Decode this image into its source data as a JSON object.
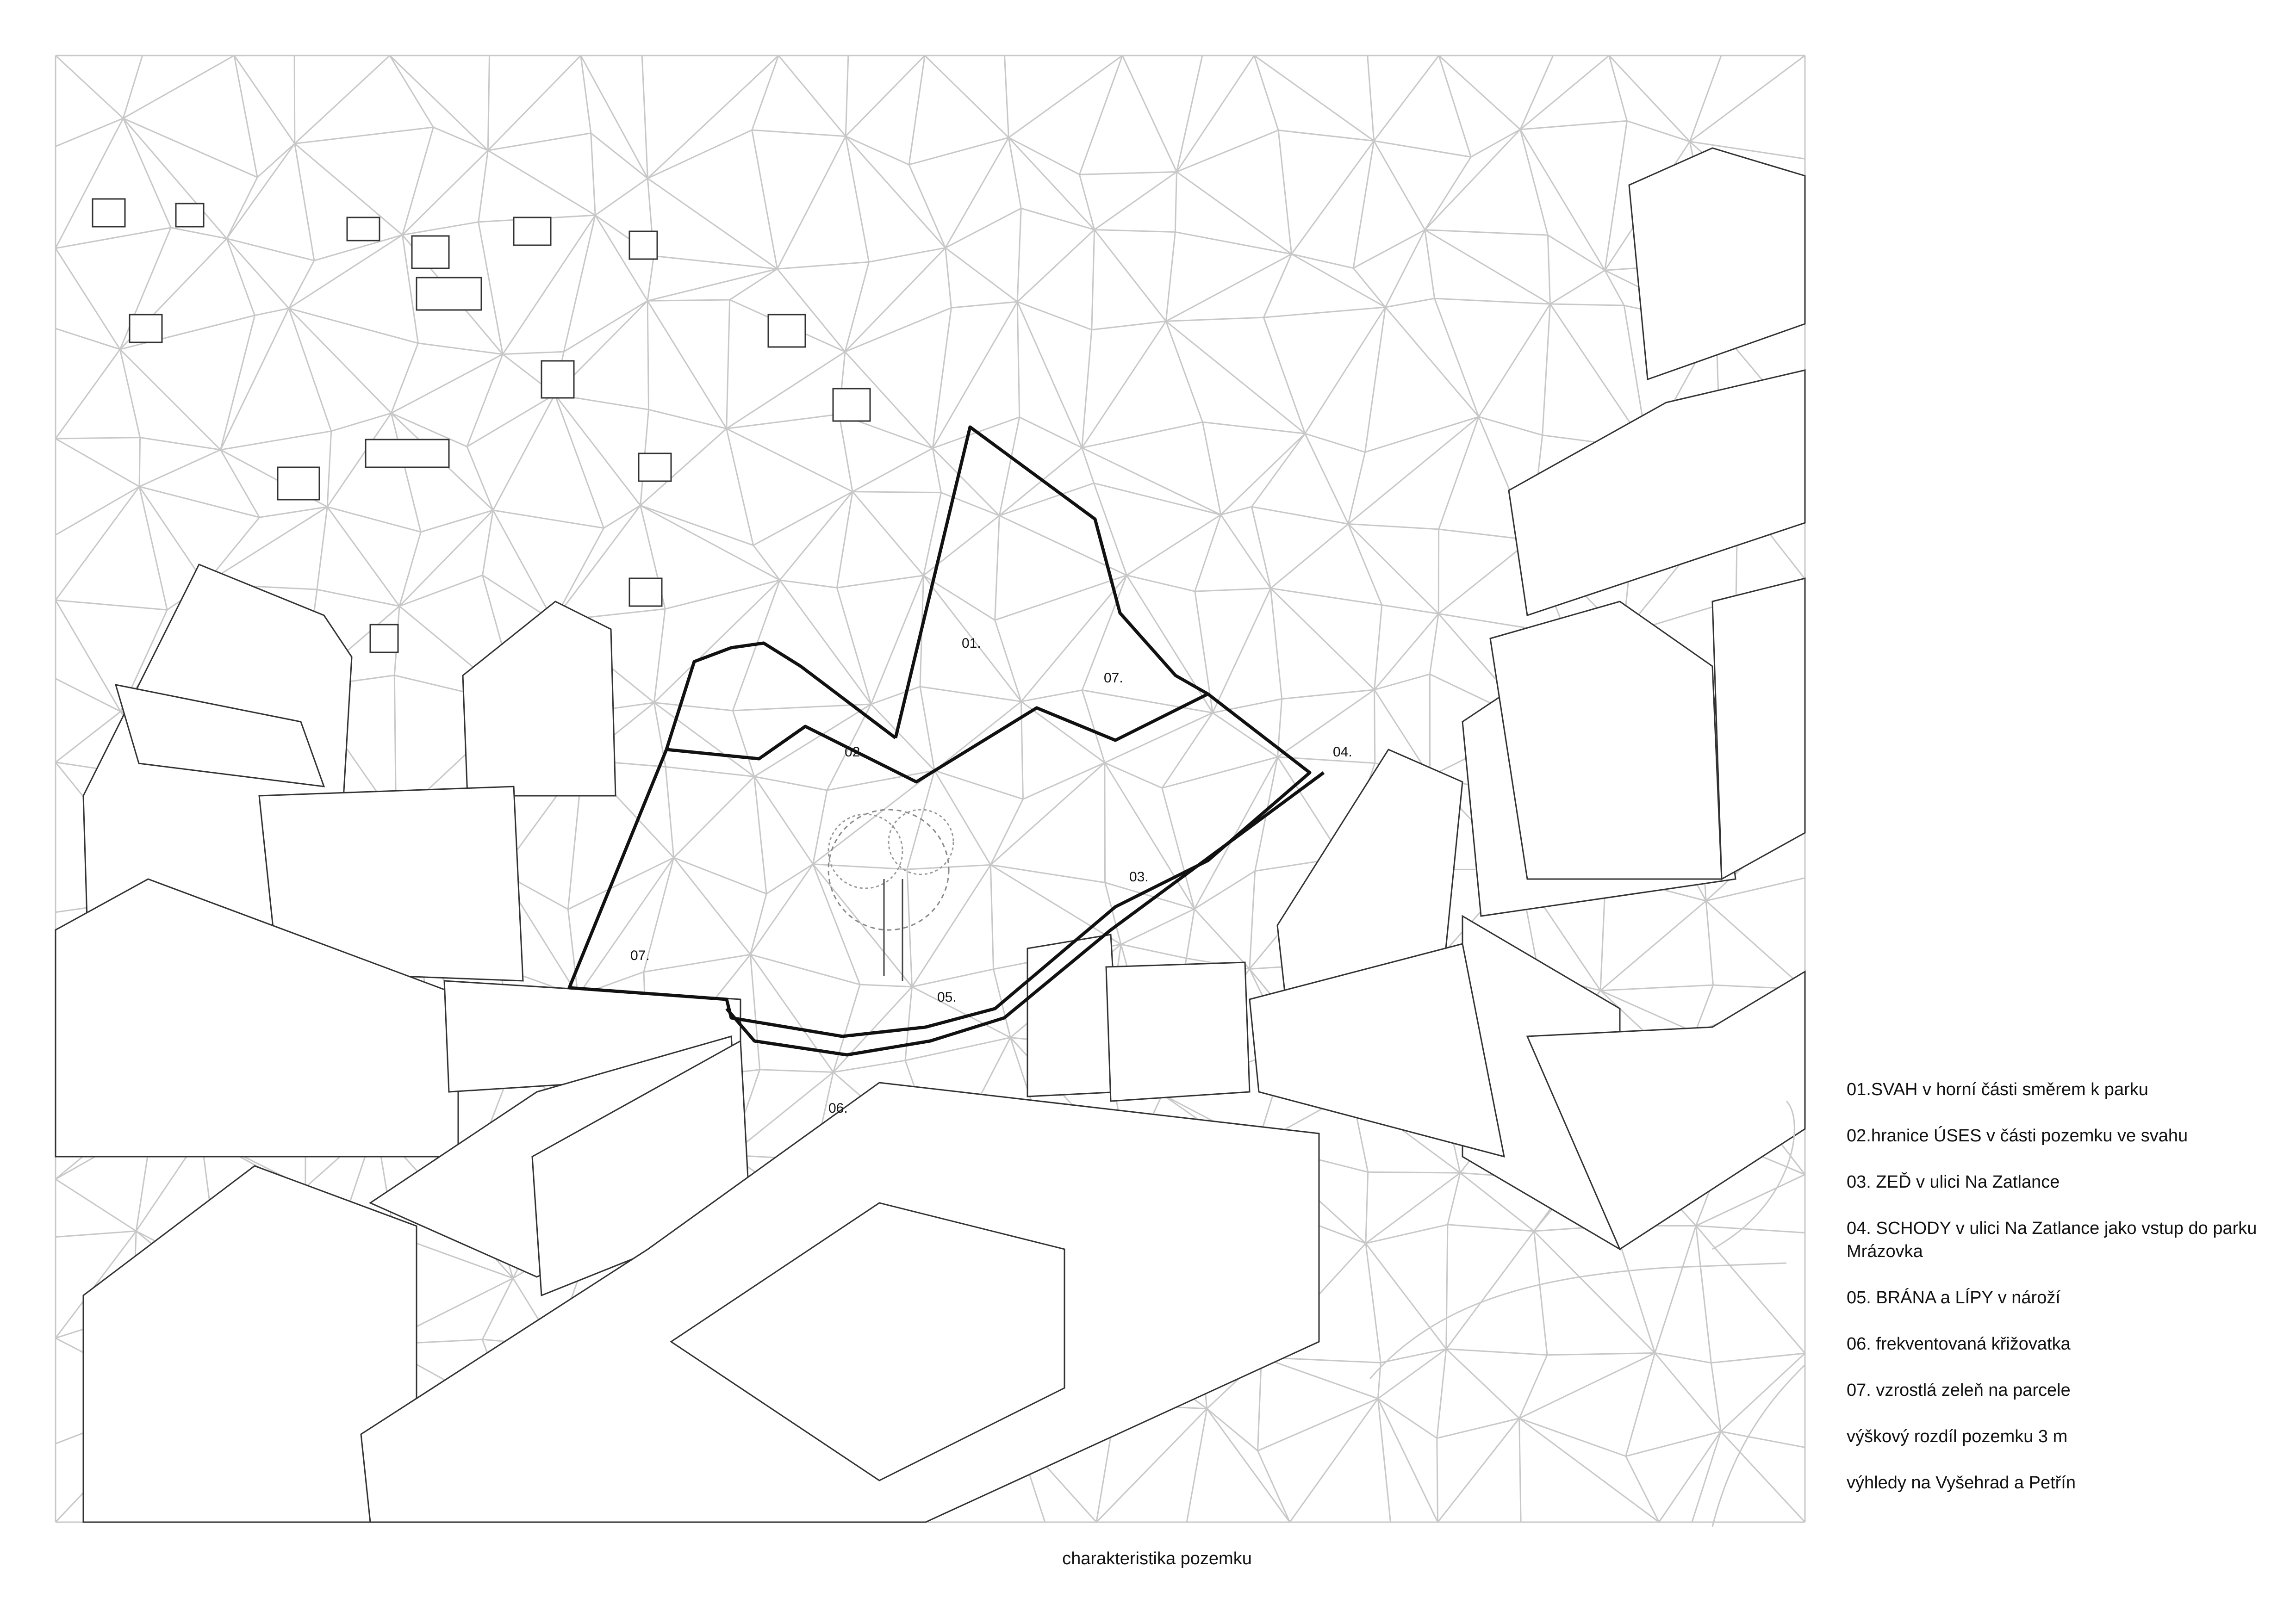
{
  "legend": {
    "items": [
      "01.SVAH v horní části směrem k parku",
      "02.hranice ÚSES v části pozemku ve svahu",
      "03. ZEĎ v ulici Na Zatlance",
      "04. SCHODY v ulici Na Zatlance jako vstup do parku Mrázovka",
      "05. BRÁNA a LÍPY v nároží",
      "06. frekventovaná křižovatka",
      "07. vzrostlá zeleň na parcele",
      "výškový rozdíl pozemku 3 m",
      "výhledy na Vyšehrad a Petřín"
    ]
  },
  "plan_labels": {
    "l01": "01.",
    "l02": "02.",
    "l03": "03.",
    "l04": "04.",
    "l05": "05.",
    "l06": "06.",
    "l07a": "07.",
    "l07b": "07."
  },
  "caption": "charakteristika pozemku",
  "colors": {
    "ink": "#111111",
    "terrain": "#c8c8c8",
    "buildings": "#333333",
    "background": "#ffffff"
  }
}
